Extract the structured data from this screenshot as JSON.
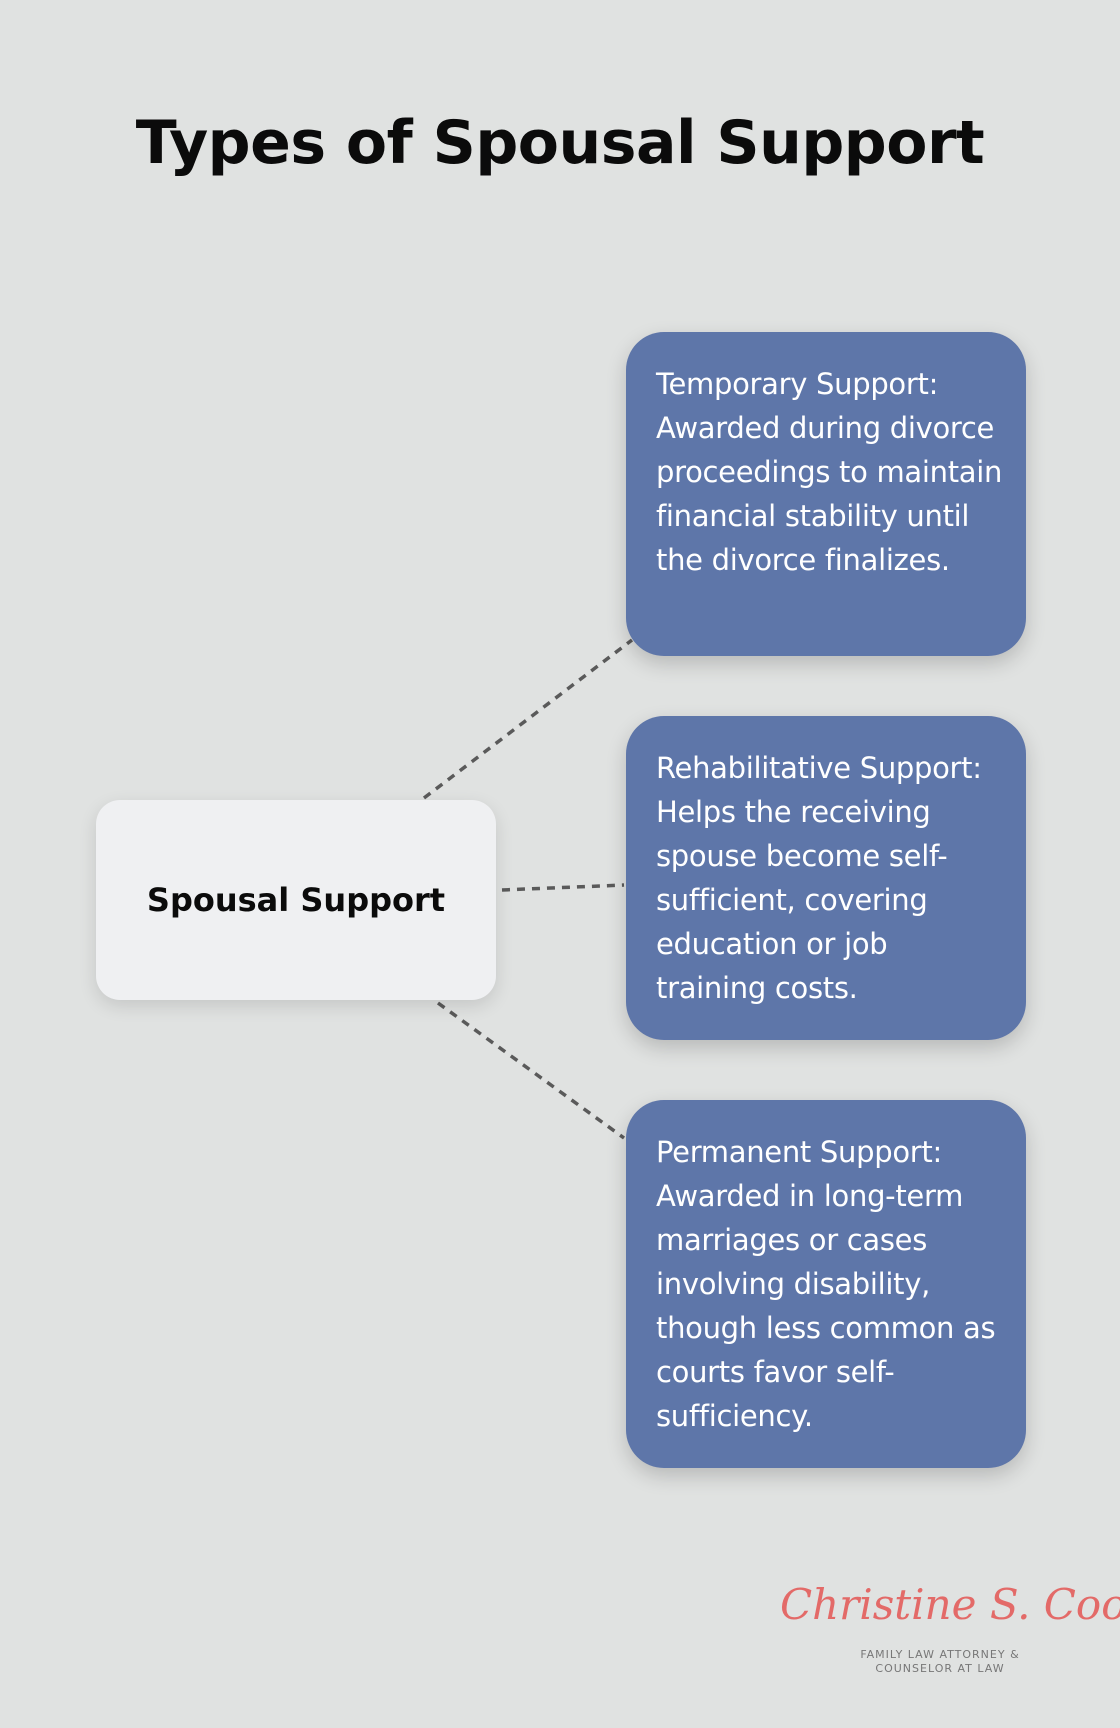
{
  "title": "Types of Spousal Support",
  "center": {
    "label": "Spousal Support"
  },
  "cards": [
    {
      "text": "Temporary Support: Awarded during divorce proceedings to maintain financial stability until the divorce finalizes."
    },
    {
      "text": "Rehabilitative Support: Helps the receiving spouse become self-sufficient, covering education or job training costs."
    },
    {
      "text": "Permanent Support: Awarded in long-term marriages or cases involving disability, though less common as courts favor self-sufficiency."
    }
  ],
  "logo": {
    "name": "Christine S. Cook",
    "line1": "FAMILY LAW ATTORNEY &",
    "line2": "COUNSELOR AT LAW"
  },
  "colors": {
    "background": "#e0e2e1",
    "card": "#5e76a9",
    "center_box": "#eff0f2",
    "connector": "#5a5a5a",
    "logo_accent": "#e36a68"
  }
}
